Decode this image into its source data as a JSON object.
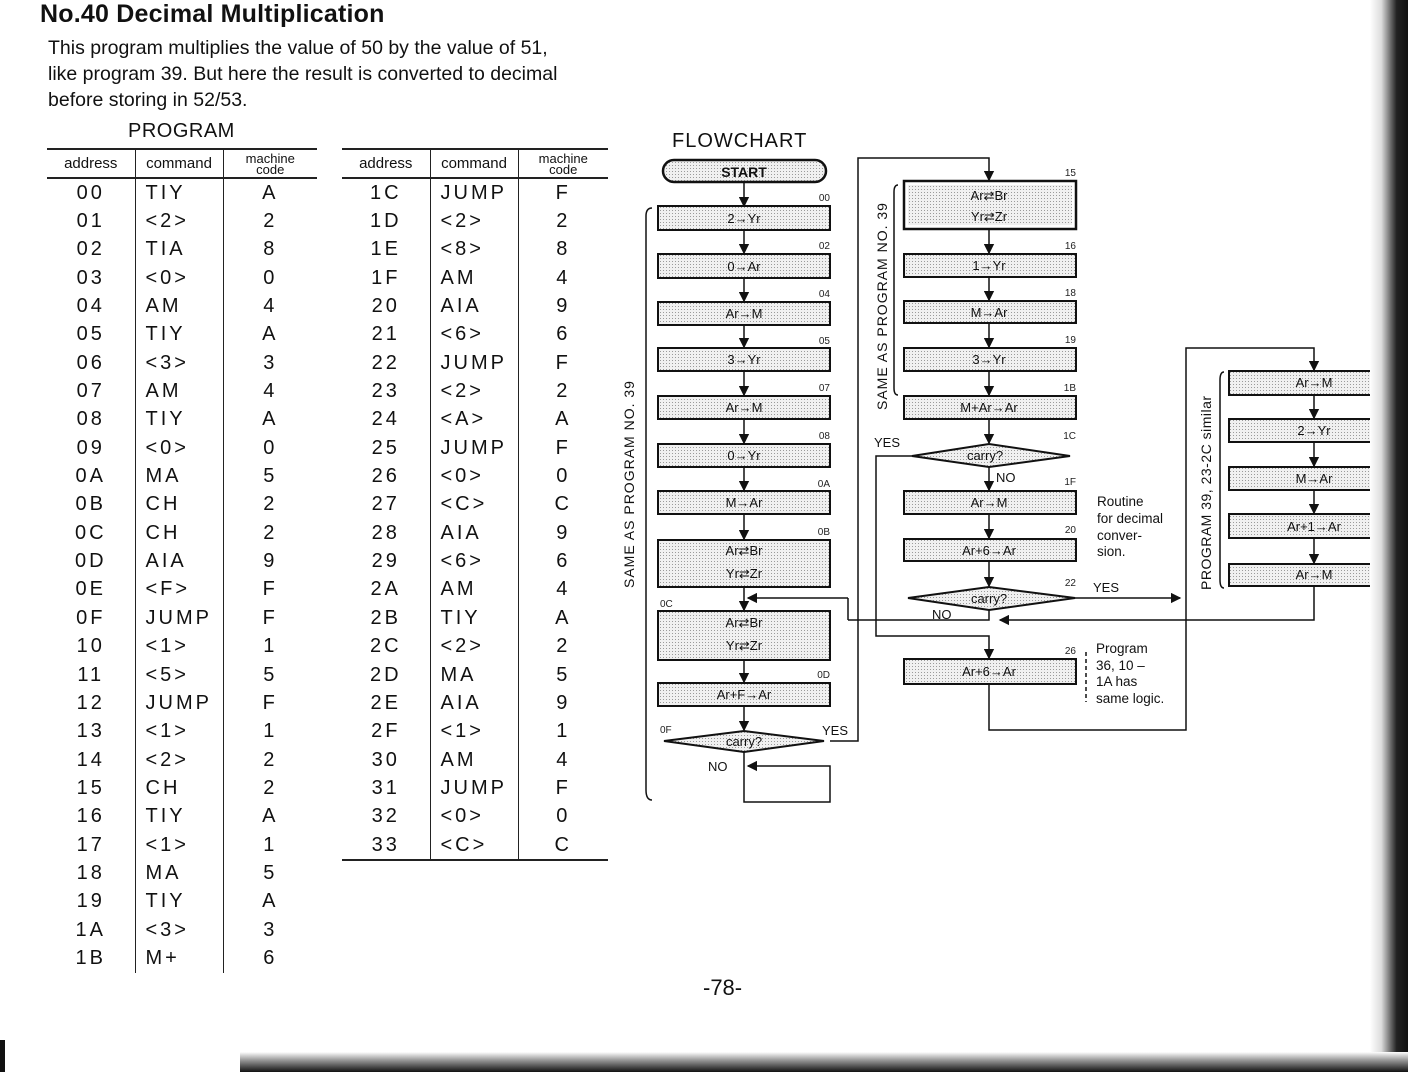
{
  "page": {
    "title": "No.40 Decimal Multiplication",
    "intro": [
      "This program multiplies the value of 50 by the value of 51,",
      "like program 39. But here the result is converted to decimal",
      "before storing in 52/53."
    ],
    "program_label": "PROGRAM",
    "flowchart_label": "FLOWCHART",
    "page_number": "-78-"
  },
  "table_headers": {
    "address": "address",
    "command": "command",
    "machine_code_1": "machine",
    "machine_code_2": "code"
  },
  "table_left": [
    {
      "address": "00",
      "command": "TIY",
      "code": "A"
    },
    {
      "address": "01",
      "command": "<2>",
      "code": "2"
    },
    {
      "address": "02",
      "command": "TIA",
      "code": "8"
    },
    {
      "address": "03",
      "command": "<0>",
      "code": "0"
    },
    {
      "address": "04",
      "command": "AM",
      "code": "4"
    },
    {
      "address": "05",
      "command": "TIY",
      "code": "A"
    },
    {
      "address": "06",
      "command": "<3>",
      "code": "3"
    },
    {
      "address": "07",
      "command": "AM",
      "code": "4"
    },
    {
      "address": "08",
      "command": "TIY",
      "code": "A"
    },
    {
      "address": "09",
      "command": "<0>",
      "code": "0"
    },
    {
      "address": "0A",
      "command": "MA",
      "code": "5"
    },
    {
      "address": "0B",
      "command": "CH",
      "code": "2"
    },
    {
      "address": "0C",
      "command": "CH",
      "code": "2"
    },
    {
      "address": "0D",
      "command": "AIA",
      "code": "9"
    },
    {
      "address": "0E",
      "command": "<F>",
      "code": "F"
    },
    {
      "address": "0F",
      "command": "JUMP",
      "code": "F"
    },
    {
      "address": "10",
      "command": "<1>",
      "code": "1"
    },
    {
      "address": "11",
      "command": "<5>",
      "code": "5"
    },
    {
      "address": "12",
      "command": "JUMP",
      "code": "F"
    },
    {
      "address": "13",
      "command": "<1>",
      "code": "1"
    },
    {
      "address": "14",
      "command": "<2>",
      "code": "2"
    },
    {
      "address": "15",
      "command": "CH",
      "code": "2"
    },
    {
      "address": "16",
      "command": "TIY",
      "code": "A"
    },
    {
      "address": "17",
      "command": "<1>",
      "code": "1"
    },
    {
      "address": "18",
      "command": "MA",
      "code": "5"
    },
    {
      "address": "19",
      "command": "TIY",
      "code": "A"
    },
    {
      "address": "1A",
      "command": "<3>",
      "code": "3"
    },
    {
      "address": "1B",
      "command": "M+",
      "code": "6"
    }
  ],
  "table_right": [
    {
      "address": "1C",
      "command": "JUMP",
      "code": "F"
    },
    {
      "address": "1D",
      "command": "<2>",
      "code": "2"
    },
    {
      "address": "1E",
      "command": "<8>",
      "code": "8"
    },
    {
      "address": "1F",
      "command": "AM",
      "code": "4"
    },
    {
      "address": "20",
      "command": "AIA",
      "code": "9"
    },
    {
      "address": "21",
      "command": "<6>",
      "code": "6"
    },
    {
      "address": "22",
      "command": "JUMP",
      "code": "F"
    },
    {
      "address": "23",
      "command": "<2>",
      "code": "2"
    },
    {
      "address": "24",
      "command": "<A>",
      "code": "A"
    },
    {
      "address": "25",
      "command": "JUMP",
      "code": "F"
    },
    {
      "address": "26",
      "command": "<0>",
      "code": "0"
    },
    {
      "address": "27",
      "command": "<C>",
      "code": "C"
    },
    {
      "address": "28",
      "command": "AIA",
      "code": "9"
    },
    {
      "address": "29",
      "command": "<6>",
      "code": "6"
    },
    {
      "address": "2A",
      "command": "AM",
      "code": "4"
    },
    {
      "address": "2B",
      "command": "TIY",
      "code": "A"
    },
    {
      "address": "2C",
      "command": "<2>",
      "code": "2"
    },
    {
      "address": "2D",
      "command": "MA",
      "code": "5"
    },
    {
      "address": "2E",
      "command": "AIA",
      "code": "9"
    },
    {
      "address": "2F",
      "command": "<1>",
      "code": "1"
    },
    {
      "address": "30",
      "command": "AM",
      "code": "4"
    },
    {
      "address": "31",
      "command": "JUMP",
      "code": "F"
    },
    {
      "address": "32",
      "command": "<0>",
      "code": "0"
    },
    {
      "address": "33",
      "command": "<C>",
      "code": "C"
    }
  ],
  "flowchart": {
    "start": "START",
    "col1": {
      "b00": {
        "addr": "00",
        "text": "2→Yr"
      },
      "b02": {
        "addr": "02",
        "text": "0→Ar"
      },
      "b04": {
        "addr": "04",
        "text": "Ar→M"
      },
      "b05": {
        "addr": "05",
        "text": "3→Yr"
      },
      "b07": {
        "addr": "07",
        "text": "Ar→M"
      },
      "b08": {
        "addr": "08",
        "text": "0→Yr"
      },
      "b0A": {
        "addr": "0A",
        "text": "M→Ar"
      },
      "b0B": {
        "addr": "0B",
        "text1": "Ar⇄Br",
        "text2": "Yr⇄Zr"
      },
      "b0C": {
        "addr": "0C",
        "text1": "Ar⇄Br",
        "text2": "Yr⇄Zr"
      },
      "b0D": {
        "addr": "0D",
        "text": "Ar+F→Ar"
      },
      "d0F": {
        "addr": "0F",
        "text": "carry?",
        "yes": "YES",
        "no": "NO"
      },
      "bracket_label": "SAME AS PROGRAM NO. 39"
    },
    "col2": {
      "b15": {
        "addr": "15",
        "text1": "Ar⇄Br",
        "text2": "Yr⇄Zr"
      },
      "b16": {
        "addr": "16",
        "text": "1→Yr"
      },
      "b18": {
        "addr": "18",
        "text": "M→Ar"
      },
      "b19": {
        "addr": "19",
        "text": "3→Yr"
      },
      "b1B": {
        "addr": "1B",
        "text": "M+Ar→Ar"
      },
      "d1C": {
        "addr": "1C",
        "text": "carry?",
        "yes": "YES",
        "no": "NO"
      },
      "b1F": {
        "addr": "1F",
        "text": "Ar→M"
      },
      "b20": {
        "addr": "20",
        "text": "Ar+6→Ar"
      },
      "d22": {
        "addr": "22",
        "text": "carry?",
        "yes": "YES",
        "no": "NO"
      },
      "b26": {
        "addr": "26",
        "text": "Ar+6→Ar"
      },
      "bracket_label": "SAME AS PROGRAM NO. 39",
      "routine_note": [
        "Routine",
        "for decimal",
        "conver-",
        "sion."
      ],
      "program_note": [
        "Program",
        "36, 10 –",
        "1A has",
        "same logic."
      ]
    },
    "col3": {
      "b1": {
        "text": "Ar→M"
      },
      "b2": {
        "text": "2→Yr"
      },
      "b3": {
        "text": "M→Ar"
      },
      "b4": {
        "text": "Ar+1→Ar"
      },
      "b5": {
        "text": "Ar→M"
      },
      "bracket_label": "PROGRAM 39, 23-2C similar"
    }
  }
}
